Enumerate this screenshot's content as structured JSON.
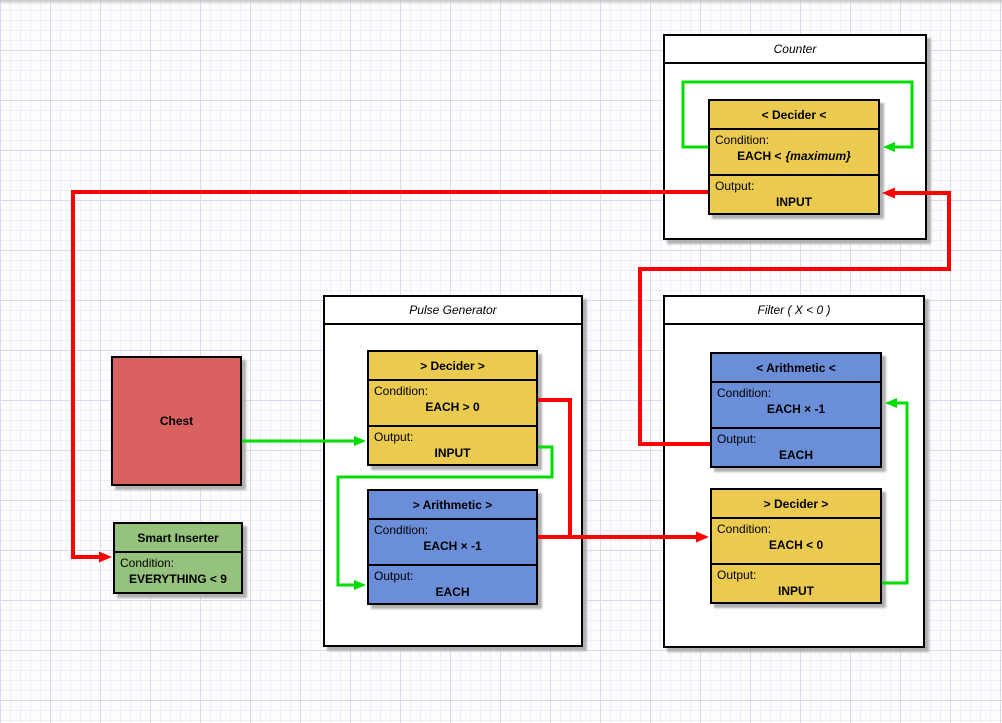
{
  "containers": {
    "counter": {
      "title": "Counter"
    },
    "pulse_generator": {
      "title": "Pulse Generator"
    },
    "filter": {
      "title": "Filter ( X < 0 )"
    }
  },
  "blocks": {
    "counter_decider": {
      "title": "< Decider <",
      "condition_label": "Condition:",
      "condition_value": "EACH <",
      "condition_value_italic": "{maximum}",
      "output_label": "Output:",
      "output_value": "INPUT"
    },
    "pg_decider": {
      "title": "> Decider >",
      "condition_label": "Condition:",
      "condition_value": "EACH > 0",
      "output_label": "Output:",
      "output_value": "INPUT"
    },
    "pg_arithmetic": {
      "title": "> Arithmetic >",
      "condition_label": "Condition:",
      "condition_value": "EACH × -1",
      "output_label": "Output:",
      "output_value": "EACH"
    },
    "filter_arithmetic": {
      "title": "< Arithmetic <",
      "condition_label": "Condition:",
      "condition_value": "EACH × -1",
      "output_label": "Output:",
      "output_value": "EACH"
    },
    "filter_decider": {
      "title": "> Decider >",
      "condition_label": "Condition:",
      "condition_value": "EACH < 0",
      "output_label": "Output:",
      "output_value": "INPUT"
    }
  },
  "nodes": {
    "chest": {
      "label": "Chest"
    },
    "smart_inserter": {
      "title": "Smart Inserter",
      "condition_label": "Condition:",
      "condition_value": "EVERYTHING < 9"
    }
  },
  "colors": {
    "decider_fill": "#EACA4F",
    "arithmetic_fill": "#6B8ED9",
    "chest_fill": "#D96160",
    "inserter_fill": "#95C27D",
    "wire_green": "#00DD00",
    "wire_red": "#FF0000"
  }
}
